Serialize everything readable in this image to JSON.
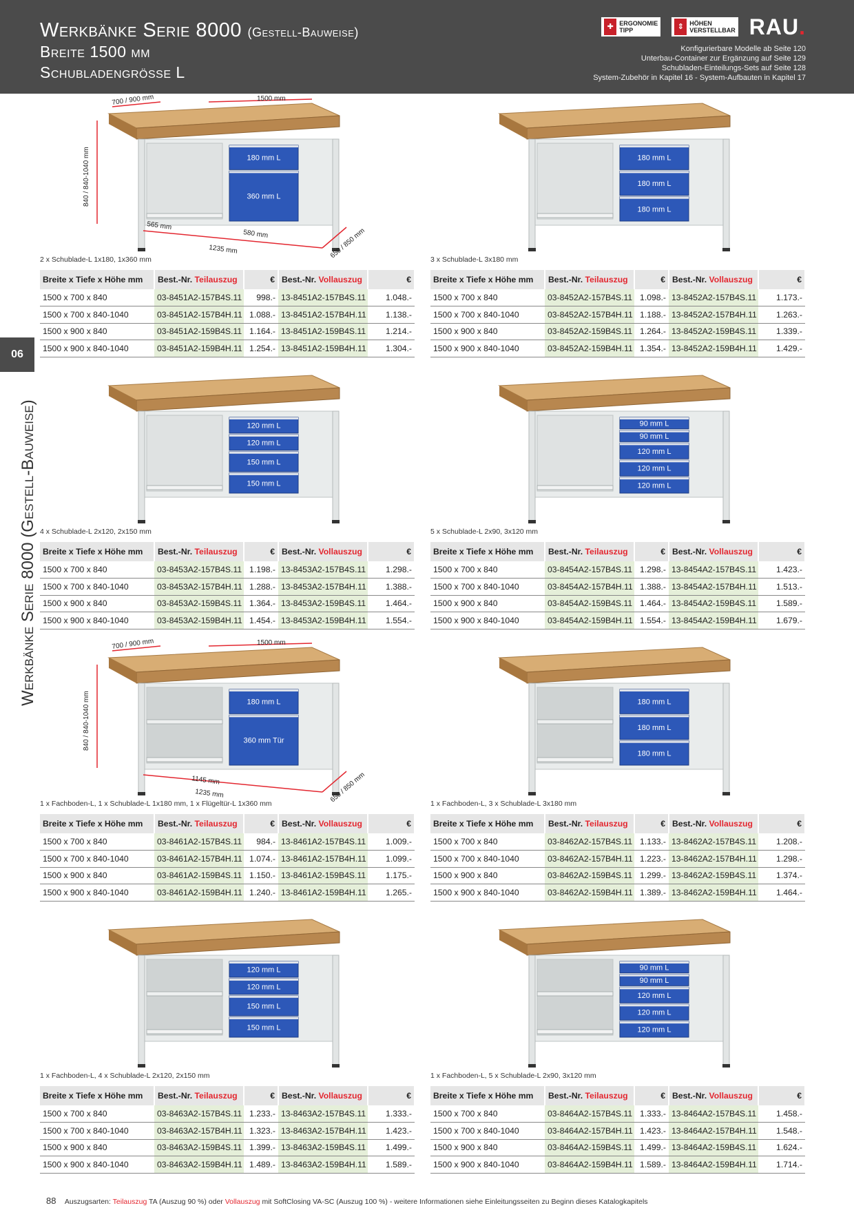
{
  "header": {
    "title": "Werkbänke Serie 8000",
    "title_sub": "(Gestell-Bauweise)",
    "line2": "Breite 1500 mm",
    "line3": "Schubladengrösse L",
    "badge_ergonomie": [
      "ERGONOMIE",
      "TIPP"
    ],
    "badge_hoehen": [
      "HÖHEN",
      "VERSTELLBAR"
    ],
    "brand": "RAU",
    "brand_dot": ".",
    "notes": [
      "Konfigurierbare Modelle ab Seite 120",
      "Unterbau-Container zur Ergänzung auf Seite 129",
      "Schubladen-Einteilungs-Sets auf Seite 128",
      "System-Zubehör in Kapitel 16 -  System-Aufbauten in Kapitel 17"
    ]
  },
  "side": {
    "tab": "06",
    "text": "Werkbänke Serie 8000 (Gestell-Bauweise)"
  },
  "table_header": {
    "col1": "Breite x Tiefe x Höhe mm",
    "bestnr": "Best.-Nr.",
    "teil": "Teilauszug",
    "voll": "Vollauszug",
    "cur": "€"
  },
  "dims": {
    "depth": "700 / 900 mm",
    "width": "1500 mm",
    "height": "840 / 840-1040 mm",
    "d565": "565 mm",
    "d580": "580 mm",
    "d1235": "1235 mm",
    "d650": "650 / 850 mm",
    "d1145": "1145 mm"
  },
  "products": [
    {
      "caption": "2 x Schublade-L 1x180, 1x360 mm",
      "drawers": [
        "180 mm L",
        "360 mm L"
      ],
      "rows": [
        [
          "1500 x 700 x 840",
          "03-8451A2-157B4S.11",
          "998.-",
          "13-8451A2-157B4S.11",
          "1.048.-"
        ],
        [
          "1500 x 700 x 840-1040",
          "03-8451A2-157B4H.11",
          "1.088.-",
          "13-8451A2-157B4H.11",
          "1.138.-"
        ],
        [
          "1500 x 900 x 840",
          "03-8451A2-159B4S.11",
          "1.164.-",
          "13-8451A2-159B4S.11",
          "1.214.-"
        ],
        [
          "1500 x 900 x 840-1040",
          "03-8451A2-159B4H.11",
          "1.254.-",
          "13-8451A2-159B4H.11",
          "1.304.-"
        ]
      ]
    },
    {
      "caption": "3 x Schublade-L 3x180 mm",
      "drawers": [
        "180 mm L",
        "180 mm L",
        "180 mm L"
      ],
      "rows": [
        [
          "1500 x 700 x 840",
          "03-8452A2-157B4S.11",
          "1.098.-",
          "13-8452A2-157B4S.11",
          "1.173.-"
        ],
        [
          "1500 x 700 x 840-1040",
          "03-8452A2-157B4H.11",
          "1.188.-",
          "13-8452A2-157B4H.11",
          "1.263.-"
        ],
        [
          "1500 x 900 x 840",
          "03-8452A2-159B4S.11",
          "1.264.-",
          "13-8452A2-159B4S.11",
          "1.339.-"
        ],
        [
          "1500 x 900 x 840-1040",
          "03-8452A2-159B4H.11",
          "1.354.-",
          "13-8452A2-159B4H.11",
          "1.429.-"
        ]
      ]
    },
    {
      "caption": "4 x Schublade-L 2x120, 2x150 mm",
      "drawers": [
        "120 mm L",
        "120 mm L",
        "150 mm L",
        "150 mm L"
      ],
      "rows": [
        [
          "1500 x 700 x 840",
          "03-8453A2-157B4S.11",
          "1.198.-",
          "13-8453A2-157B4S.11",
          "1.298.-"
        ],
        [
          "1500 x 700 x 840-1040",
          "03-8453A2-157B4H.11",
          "1.288.-",
          "13-8453A2-157B4H.11",
          "1.388.-"
        ],
        [
          "1500 x 900 x 840",
          "03-8453A2-159B4S.11",
          "1.364.-",
          "13-8453A2-159B4S.11",
          "1.464.-"
        ],
        [
          "1500 x 900 x 840-1040",
          "03-8453A2-159B4H.11",
          "1.454.-",
          "13-8453A2-159B4H.11",
          "1.554.-"
        ]
      ]
    },
    {
      "caption": "5 x Schublade-L 2x90, 3x120 mm",
      "drawers": [
        "90 mm L",
        "90 mm L",
        "120 mm L",
        "120 mm L",
        "120 mm L"
      ],
      "rows": [
        [
          "1500 x 700 x 840",
          "03-8454A2-157B4S.11",
          "1.298.-",
          "13-8454A2-157B4S.11",
          "1.423.-"
        ],
        [
          "1500 x 700 x 840-1040",
          "03-8454A2-157B4H.11",
          "1.388.-",
          "13-8454A2-157B4H.11",
          "1.513.-"
        ],
        [
          "1500 x 900 x 840",
          "03-8454A2-159B4S.11",
          "1.464.-",
          "13-8454A2-159B4S.11",
          "1.589.-"
        ],
        [
          "1500 x 900 x 840-1040",
          "03-8454A2-159B4H.11",
          "1.554.-",
          "13-8454A2-159B4H.11",
          "1.679.-"
        ]
      ]
    },
    {
      "caption": "1 x Fachboden-L, 1 x Schublade-L 1x180 mm, 1 x Flügeltür-L 1x360 mm",
      "drawers": [
        "180 mm L",
        "360 mm Tür"
      ],
      "rows": [
        [
          "1500 x 700 x 840",
          "03-8461A2-157B4S.11",
          "984.-",
          "13-8461A2-157B4S.11",
          "1.009.-"
        ],
        [
          "1500 x 700 x 840-1040",
          "03-8461A2-157B4H.11",
          "1.074.-",
          "13-8461A2-157B4H.11",
          "1.099.-"
        ],
        [
          "1500 x 900 x 840",
          "03-8461A2-159B4S.11",
          "1.150.-",
          "13-8461A2-159B4S.11",
          "1.175.-"
        ],
        [
          "1500 x 900 x 840-1040",
          "03-8461A2-159B4H.11",
          "1.240.-",
          "13-8461A2-159B4H.11",
          "1.265.-"
        ]
      ]
    },
    {
      "caption": "1 x Fachboden-L, 3 x Schublade-L 3x180 mm",
      "drawers": [
        "180 mm L",
        "180 mm L",
        "180 mm L"
      ],
      "rows": [
        [
          "1500 x 700 x 840",
          "03-8462A2-157B4S.11",
          "1.133.-",
          "13-8462A2-157B4S.11",
          "1.208.-"
        ],
        [
          "1500 x 700 x 840-1040",
          "03-8462A2-157B4H.11",
          "1.223.-",
          "13-8462A2-157B4H.11",
          "1.298.-"
        ],
        [
          "1500 x 900 x 840",
          "03-8462A2-159B4S.11",
          "1.299.-",
          "13-8462A2-159B4S.11",
          "1.374.-"
        ],
        [
          "1500 x 900 x 840-1040",
          "03-8462A2-159B4H.11",
          "1.389.-",
          "13-8462A2-159B4H.11",
          "1.464.-"
        ]
      ]
    },
    {
      "caption": "1 x Fachboden-L, 4 x Schublade-L 2x120, 2x150 mm",
      "drawers": [
        "120 mm L",
        "120 mm L",
        "150 mm L",
        "150 mm L"
      ],
      "rows": [
        [
          "1500 x 700 x 840",
          "03-8463A2-157B4S.11",
          "1.233.-",
          "13-8463A2-157B4S.11",
          "1.333.-"
        ],
        [
          "1500 x 700 x 840-1040",
          "03-8463A2-157B4H.11",
          "1.323.-",
          "13-8463A2-157B4H.11",
          "1.423.-"
        ],
        [
          "1500 x 900 x 840",
          "03-8463A2-159B4S.11",
          "1.399.-",
          "13-8463A2-159B4S.11",
          "1.499.-"
        ],
        [
          "1500 x 900 x 840-1040",
          "03-8463A2-159B4H.11",
          "1.489.-",
          "13-8463A2-159B4H.11",
          "1.589.-"
        ]
      ]
    },
    {
      "caption": "1 x Fachboden-L, 5 x Schublade-L 2x90, 3x120 mm",
      "drawers": [
        "90 mm L",
        "90 mm L",
        "120 mm L",
        "120 mm L",
        "120 mm L"
      ],
      "rows": [
        [
          "1500 x 700 x 840",
          "03-8464A2-157B4S.11",
          "1.333.-",
          "13-8464A2-157B4S.11",
          "1.458.-"
        ],
        [
          "1500 x 700 x 840-1040",
          "03-8464A2-157B4H.11",
          "1.423.-",
          "13-8464A2-157B4H.11",
          "1.548.-"
        ],
        [
          "1500 x 900 x 840",
          "03-8464A2-159B4S.11",
          "1.499.-",
          "13-8464A2-159B4S.11",
          "1.624.-"
        ],
        [
          "1500 x 900 x 840-1040",
          "03-8464A2-159B4H.11",
          "1.589.-",
          "13-8464A2-159B4H.11",
          "1.714.-"
        ]
      ]
    }
  ],
  "footer": {
    "page": "88",
    "prefix": "Auszugsarten:",
    "teil": "Teilauszug",
    "mid": "TA (Auszug 90 %)  oder",
    "voll": "Vollauszug",
    "suffix": "mit SoftClosing VA-SC (Auszug 100 %) -  weitere Informationen siehe Einleitungsseiten zu Beginn dieses Katalogkapitels"
  },
  "colors": {
    "header": "#4b4b4b",
    "accent": "#e3262f",
    "article_bg": "#e5efd9",
    "drawer": "#2d58b8",
    "wood": "#c99a62"
  }
}
